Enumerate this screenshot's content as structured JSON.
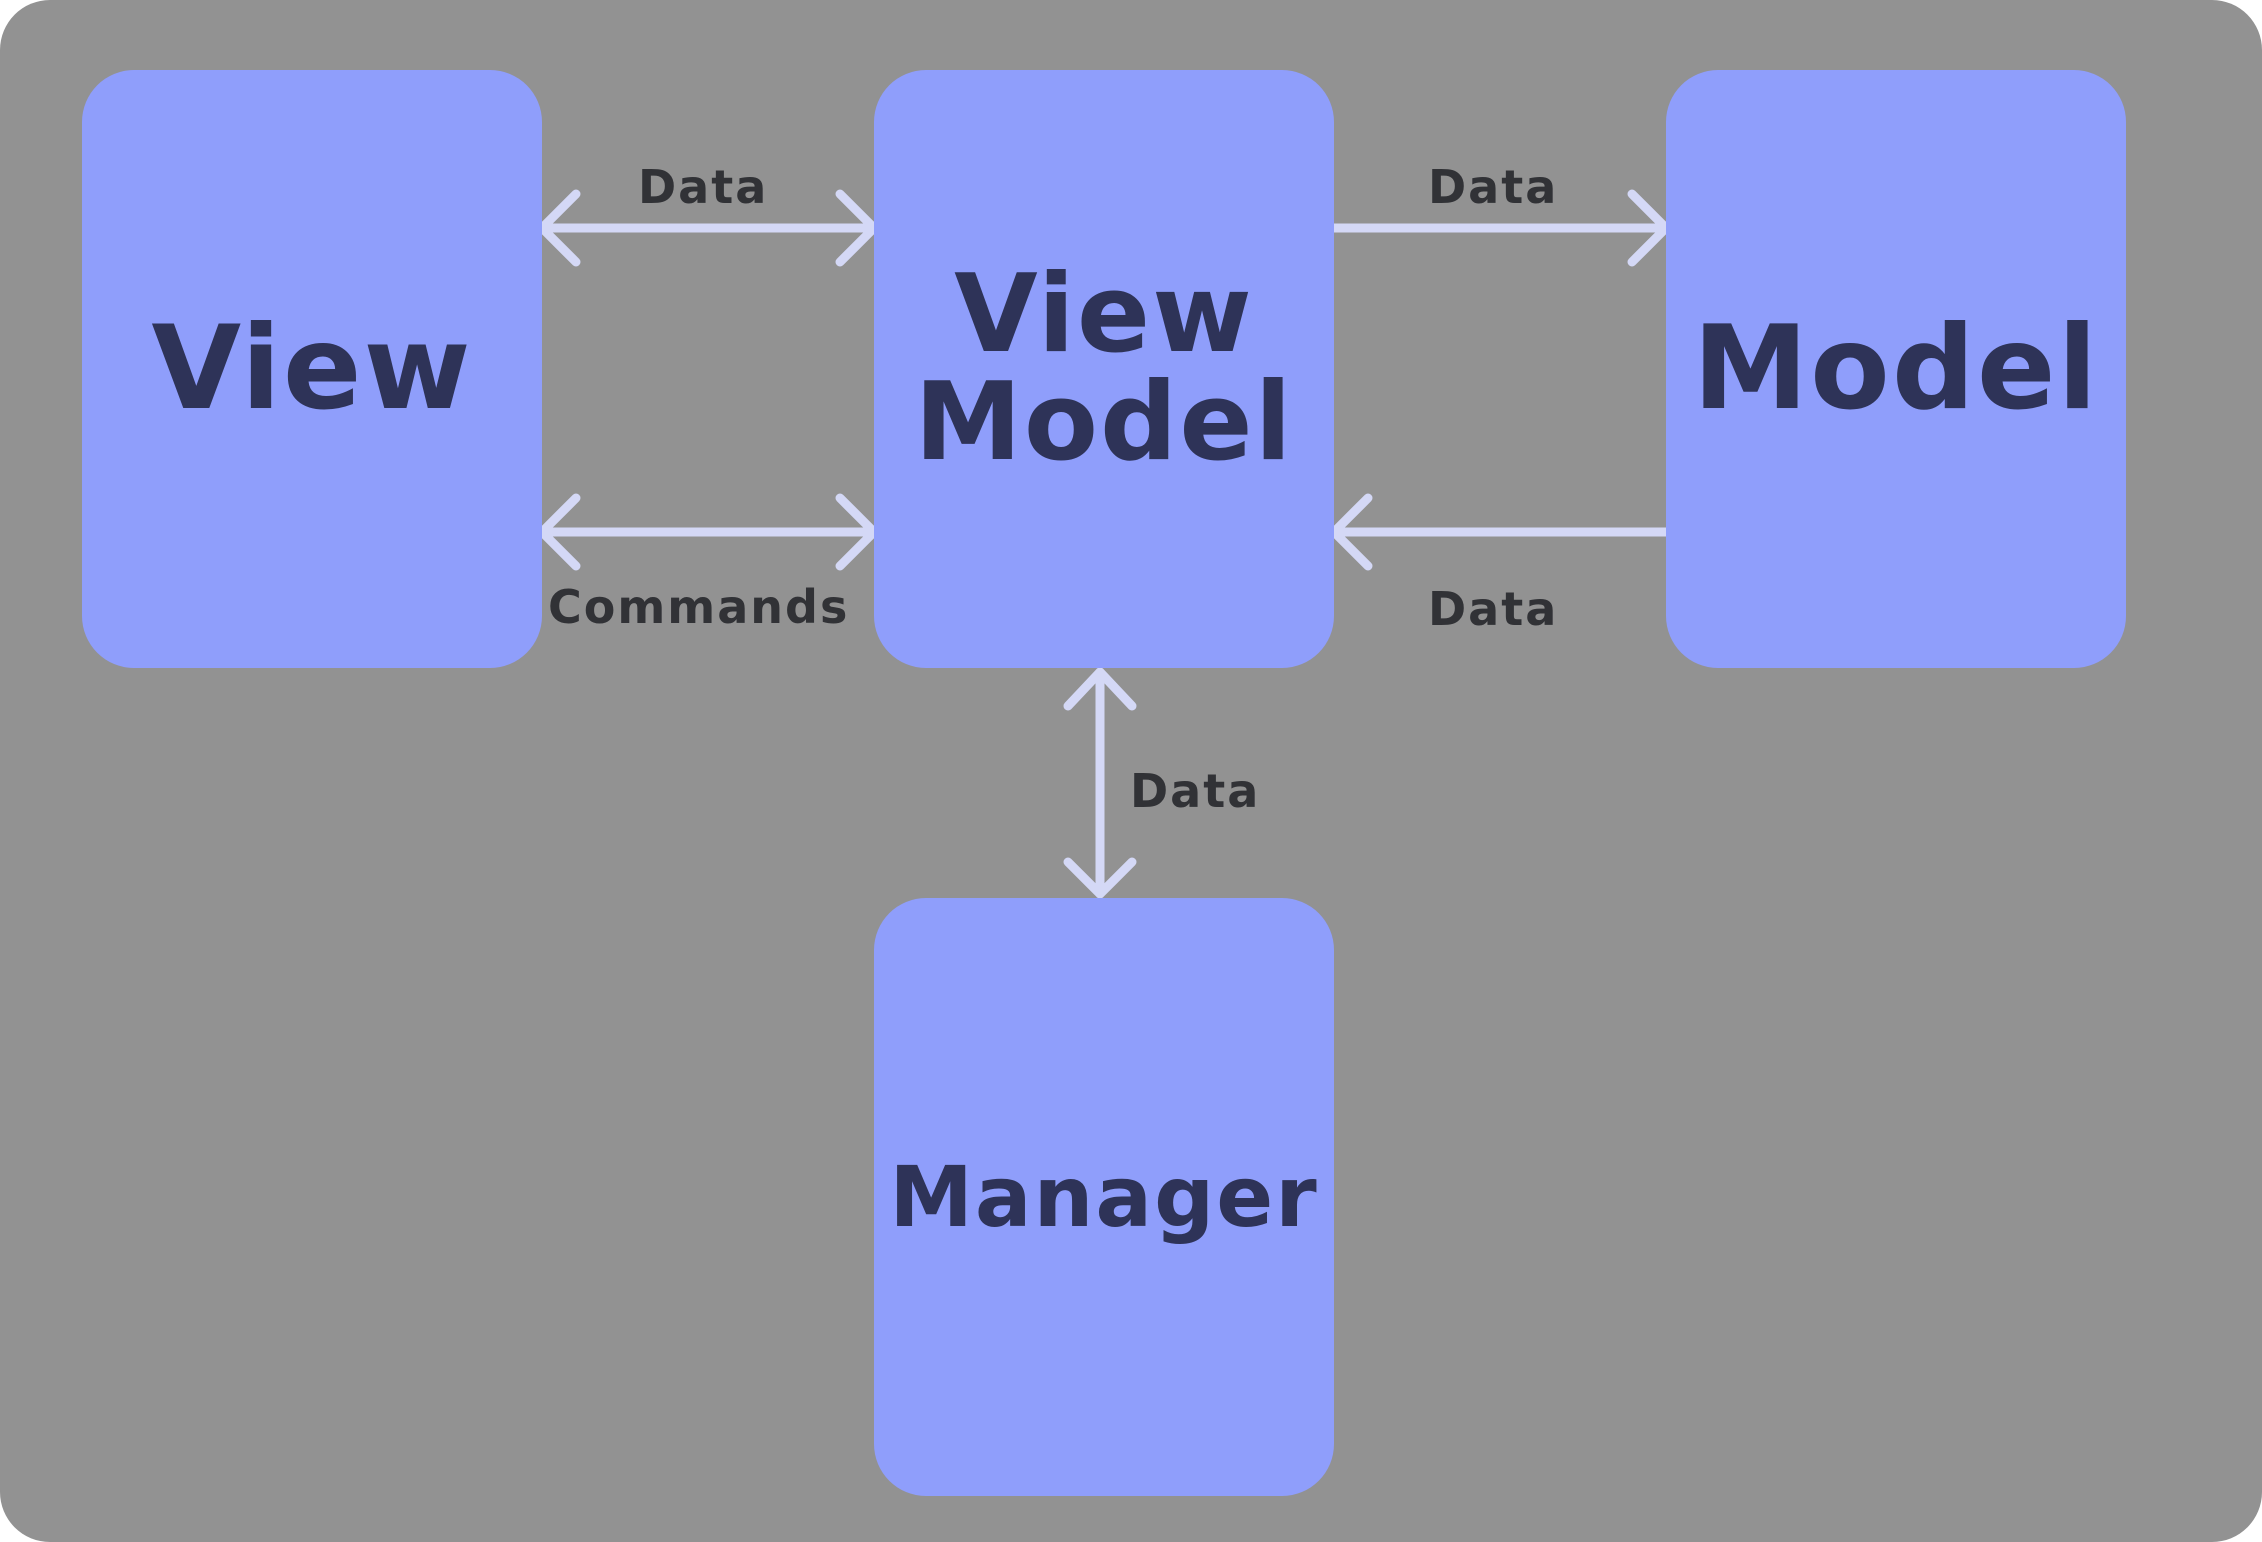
{
  "diagram": {
    "colors": {
      "background": "#929292",
      "box_fill": "#8f9efb",
      "box_text": "#2e3358",
      "arrow": "#d4d8f6",
      "edge_text": "#313236"
    },
    "nodes": {
      "view": {
        "label": "View"
      },
      "viewmodel": {
        "label_line1": "View",
        "label_line2": "Model"
      },
      "model": {
        "label": "Model"
      },
      "manager": {
        "label": "Manager"
      }
    },
    "edges": {
      "view_vm_data": {
        "label": "Data",
        "from": "View",
        "to": "ViewModel",
        "direction": "bidirectional"
      },
      "view_vm_commands": {
        "label": "Commands",
        "from": "View",
        "to": "ViewModel",
        "direction": "bidirectional"
      },
      "vm_model_data": {
        "label": "Data",
        "from": "ViewModel",
        "to": "Model",
        "direction": "forward"
      },
      "model_vm_data": {
        "label": "Data",
        "from": "Model",
        "to": "ViewModel",
        "direction": "forward"
      },
      "vm_manager_data": {
        "label": "Data",
        "from": "ViewModel",
        "to": "Manager",
        "direction": "bidirectional"
      }
    }
  }
}
